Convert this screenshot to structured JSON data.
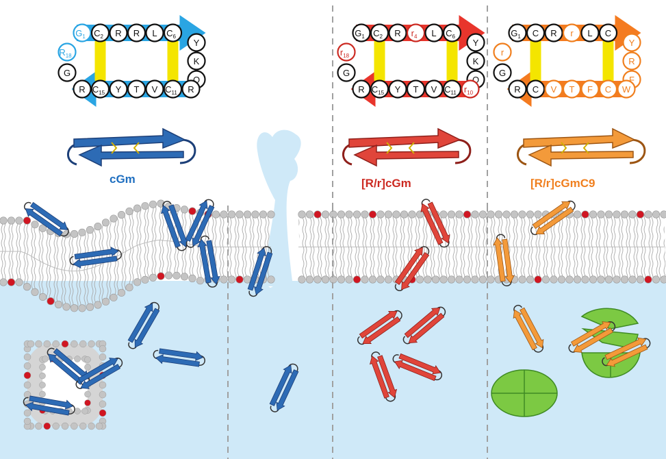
{
  "colors": {
    "cytosol": "#cfe9f8",
    "lipid_head": "#c4c4c4",
    "lipid_head_marked": "#d01622",
    "blue_peptide": "#2d6bb5",
    "red_peptide": "#e0453a",
    "orange_peptide": "#f39a3a",
    "blue_arrow": "#2aa5e3",
    "red_arrow": "#e8352c",
    "orange_arrow": "#f47b20",
    "disulfide": "#f4e500",
    "green_vesicle": "#7cc943",
    "divider": "#a0a0a0"
  },
  "peptides": [
    {
      "id": "cGm",
      "label": "cGm",
      "color": "#1f6fc0",
      "top_row": [
        "G1",
        "C2",
        "R",
        "R",
        "L",
        "C6"
      ],
      "right_col": [
        "Y",
        "K",
        "Q"
      ],
      "bottom_row": [
        "R",
        "C15",
        "Y",
        "T",
        "V",
        "C11",
        "R"
      ],
      "left_col": [
        "R18",
        "G"
      ]
    },
    {
      "id": "R/r-cGm",
      "label": "[R/r]cGm",
      "color": "#cc2a22",
      "top_row": [
        "G1",
        "C2",
        "R",
        "r4",
        "L",
        "C6"
      ],
      "right_col": [
        "Y",
        "K",
        "Q"
      ],
      "bottom_row": [
        "R",
        "C15",
        "Y",
        "T",
        "V",
        "C11",
        "r10"
      ],
      "left_col": [
        "r18",
        "G"
      ]
    },
    {
      "id": "R/r-cGmC9",
      "label": "[R/r]cGmC9",
      "color": "#f07f1e",
      "top_row": [
        "G1",
        "C",
        "R",
        "r",
        "L",
        "C"
      ],
      "right_col": [
        "Y",
        "R",
        "F"
      ],
      "bottom_row": [
        "R",
        "C",
        "V",
        "T",
        "F",
        "C",
        "W"
      ],
      "left_col": [
        "r",
        "G"
      ]
    }
  ]
}
